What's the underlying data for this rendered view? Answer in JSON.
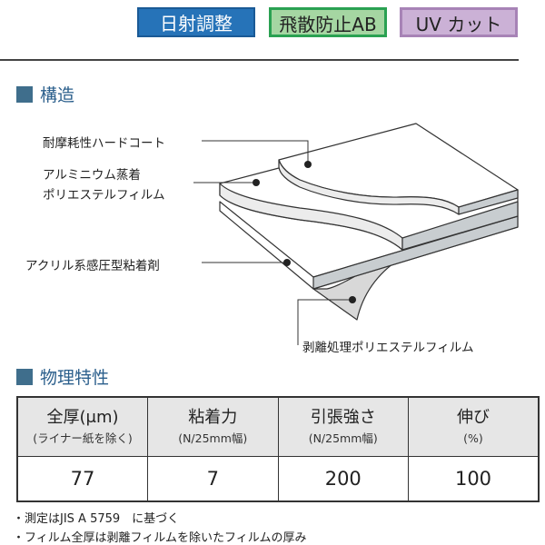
{
  "badges": [
    "日射調整",
    "飛散防止AB",
    "UV カット"
  ],
  "sections": {
    "structure": "構造",
    "properties": "物理特性"
  },
  "diagram_labels": {
    "hard_coat": "耐摩耗性ハードコート",
    "aluminum": "アルミニウム蒸着",
    "polyester": "ポリエステルフィルム",
    "adhesive": "アクリル系感圧型粘着剤",
    "release": "剥離処理ポリエステルフィルム"
  },
  "table": {
    "headers": [
      {
        "title": "全厚(μm)",
        "sub": "(ライナー紙を除く)"
      },
      {
        "title": "粘着力",
        "sub": "(N/25mm幅)"
      },
      {
        "title": "引張強さ",
        "sub": "(N/25mm幅)"
      },
      {
        "title": "伸び",
        "sub": "(%)"
      }
    ],
    "values": [
      "77",
      "7",
      "200",
      "100"
    ]
  },
  "notes": [
    "・測定はJIS A 5759　に基づく",
    "・フィルム全厚は剥離フィルムを除いたフィルムの厚み"
  ],
  "colors": {
    "blue": "#2673b8",
    "green": "#a5d6a2",
    "purple": "#cbb1d6",
    "section": "#2b5f8c"
  }
}
